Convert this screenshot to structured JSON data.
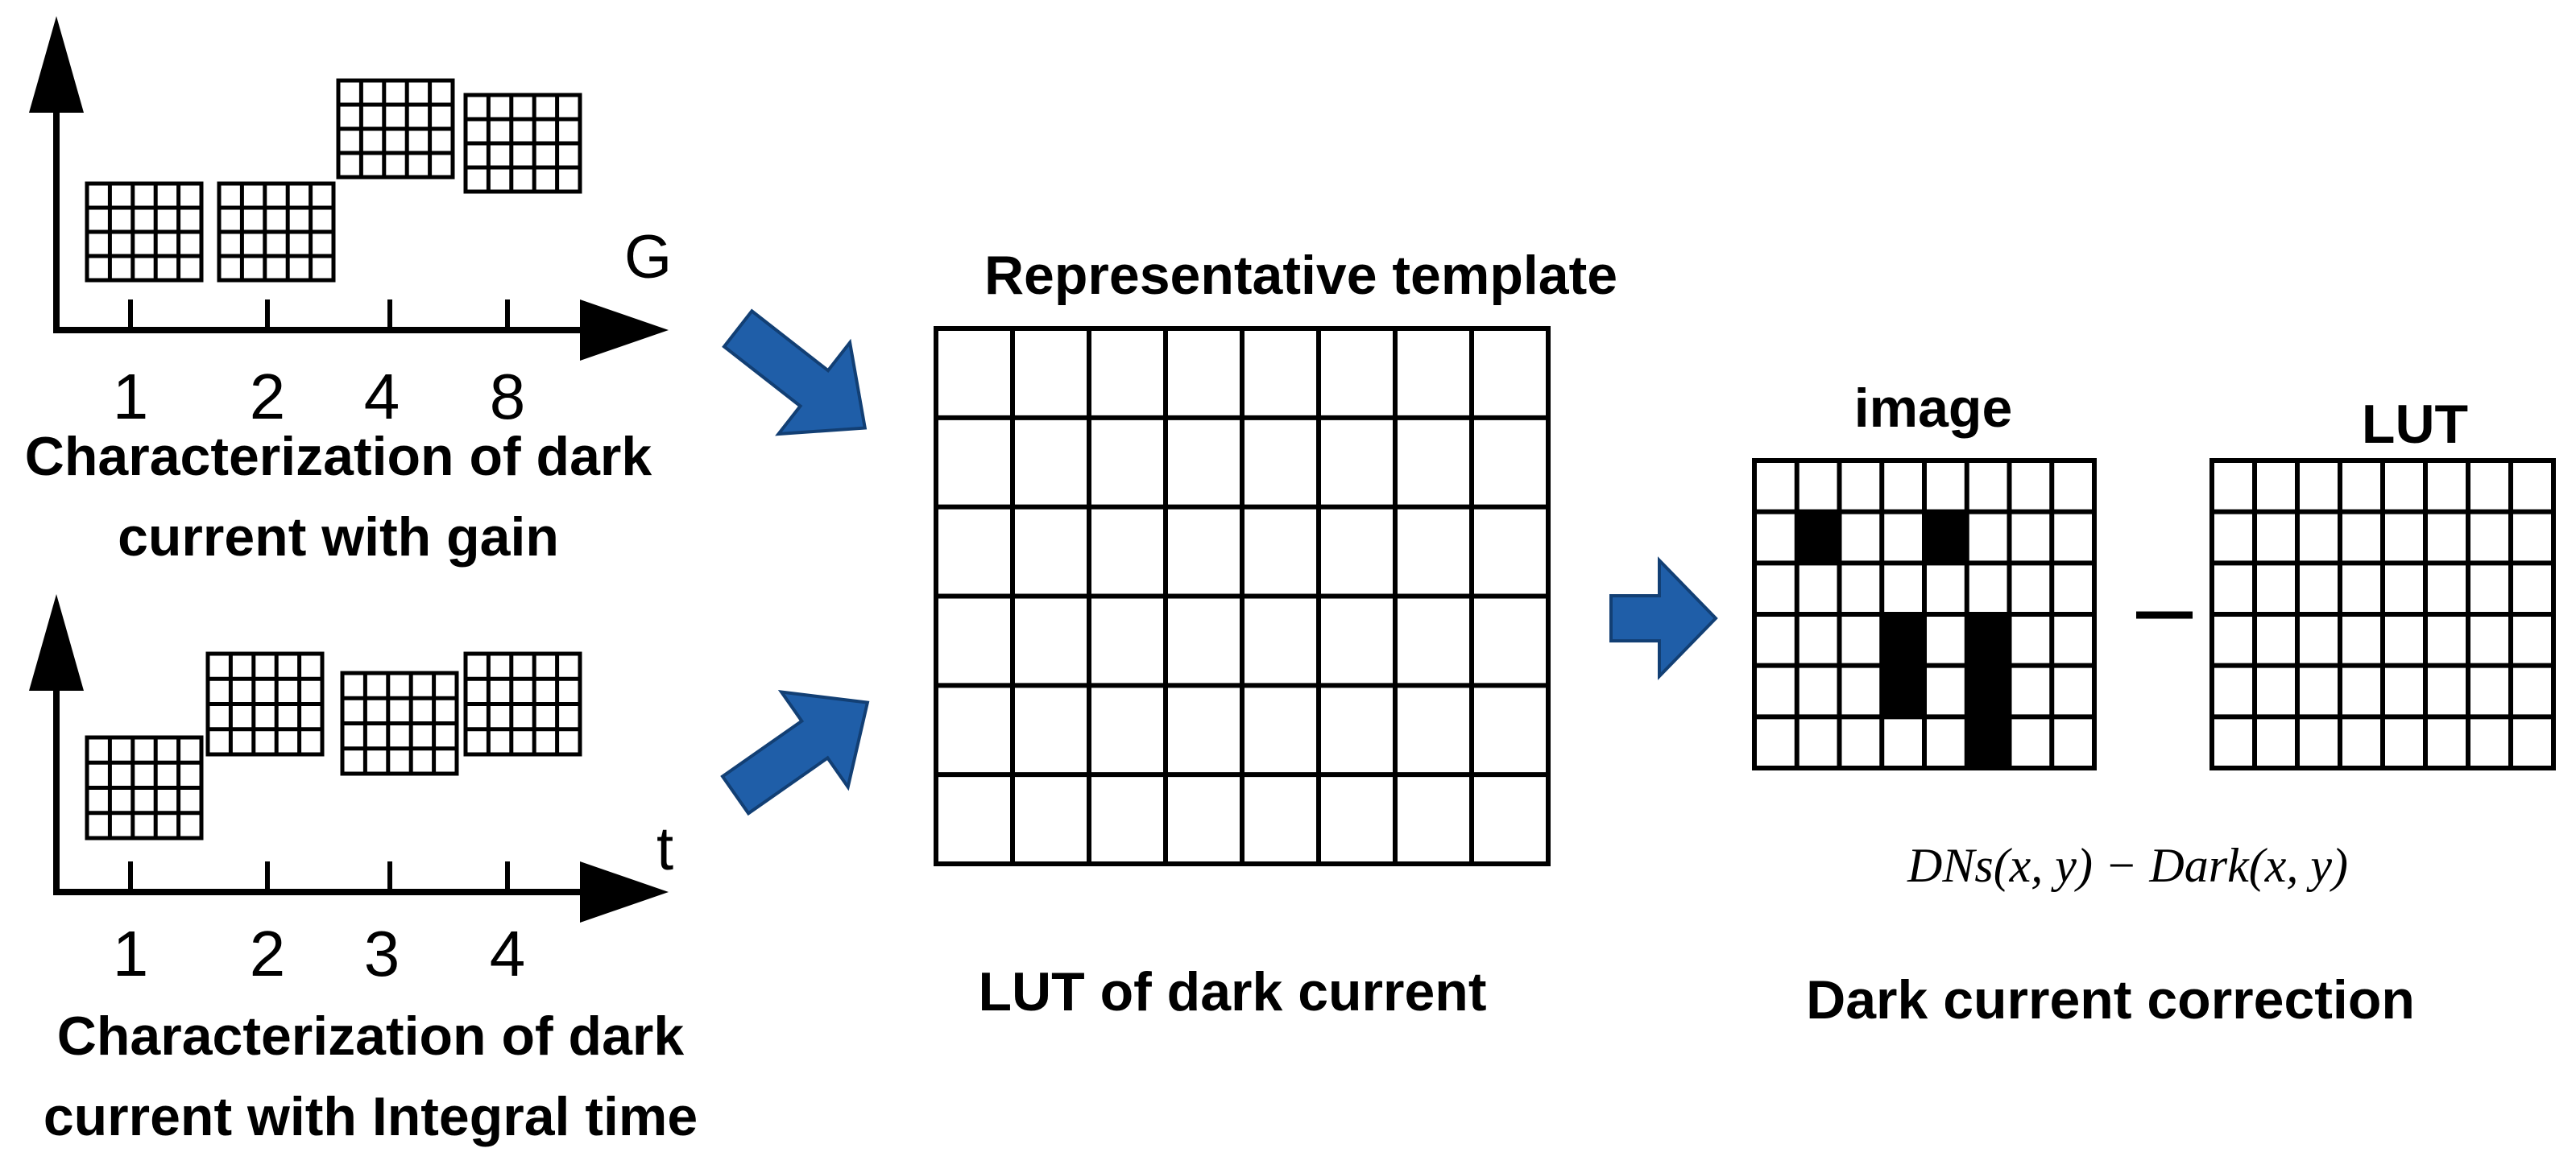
{
  "colors": {
    "arrow": "#1f5ea8",
    "arrow_dark": "#123f74",
    "line": "#000000",
    "filled_cell": "#000000"
  },
  "gain_panel": {
    "axis_label": "G",
    "ticks": [
      "1",
      "2",
      "4",
      "8"
    ],
    "caption_line1": "Characterization of dark",
    "caption_line2": "current with gain"
  },
  "time_panel": {
    "axis_label": "t",
    "ticks": [
      "1",
      "2",
      "3",
      "4"
    ],
    "caption_line1": "Characterization of dark",
    "caption_line2": "current with Integral time"
  },
  "template": {
    "title": "Representative template",
    "caption": "LUT of dark current"
  },
  "correction": {
    "image_label": "image",
    "lut_label": "LUT",
    "formula": "DNs(x, y) − Dark(x, y)",
    "caption": "Dark current correction",
    "filled_cells": [
      [
        1,
        1
      ],
      [
        1,
        4
      ],
      [
        3,
        3
      ],
      [
        3,
        5
      ],
      [
        4,
        3
      ],
      [
        4,
        5
      ],
      [
        5,
        5
      ]
    ]
  }
}
